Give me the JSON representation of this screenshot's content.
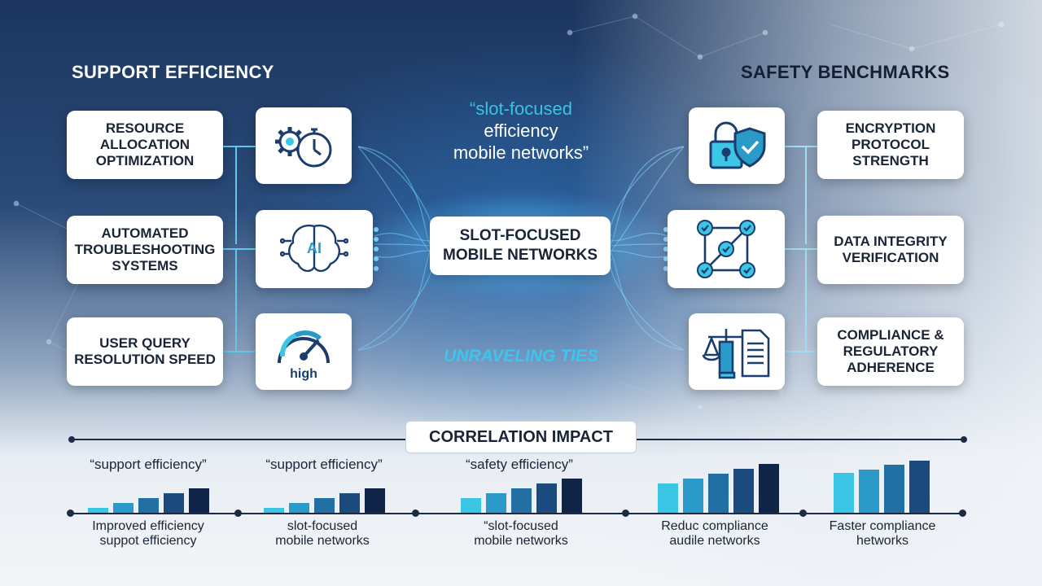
{
  "left": {
    "title": "SUPPORT EFFICIENCY",
    "cards": [
      {
        "label": "RESOURCE ALLOCATION OPTIMIZATION",
        "icon": "gears-stopwatch-icon"
      },
      {
        "label": "AUTOMATED TROUBLESHOOTING SYSTEMS",
        "icon": "ai-brain-icon",
        "icon_text": "AI"
      },
      {
        "label": "USER QUERY RESOLUTION SPEED",
        "icon": "speedometer-icon",
        "icon_text": "high"
      }
    ]
  },
  "right": {
    "title": "SAFETY BENCHMARKS",
    "cards": [
      {
        "label": "ENCRYPTION PROTOCOL STRENGTH",
        "icon": "lock-shield-icon"
      },
      {
        "label": "DATA INTEGRITY VERIFICATION",
        "icon": "checkmark-network-icon"
      },
      {
        "label": "COMPLIANCE & REGULATORY ADHERENCE",
        "icon": "scales-document-icon"
      }
    ]
  },
  "center": {
    "quote_line1": "“slot-focused",
    "quote_line2": "efficiency",
    "quote_line3": "mobile networks”",
    "hub_line1": "SLOT-FOCUSED",
    "hub_line2": "MOBILE NETWORKS",
    "tagline": "UNRAVELING TIES"
  },
  "correlation": {
    "title": "CORRELATION IMPACT",
    "groups": [
      {
        "label": "“support efficiency”",
        "caption1": "Improved  efficiency",
        "caption2": "suppot efficiency",
        "values": [
          1,
          2,
          3,
          4,
          5
        ]
      },
      {
        "label": "“support efficiency”",
        "caption1": "slot-focused",
        "caption2": "mobile networks",
        "values": [
          1,
          2,
          3,
          4,
          5
        ]
      },
      {
        "label": "“safety efficiency”",
        "caption1": "“slot-focused",
        "caption2": "mobile networks",
        "values": [
          3,
          4,
          5,
          6,
          7
        ]
      },
      {
        "label": "",
        "caption1": "Reduc compliance",
        "caption2": "audile networks",
        "values": [
          3,
          3.5,
          4,
          4.5,
          5
        ]
      },
      {
        "label": "",
        "caption1": "Faster compliance",
        "caption2": "hetworks",
        "values": [
          3.5,
          3.8,
          4.2,
          4.6
        ]
      }
    ]
  },
  "colors": {
    "bar_shades": [
      "#3cc6e6",
      "#2a9bc8",
      "#226fa3",
      "#1b4a7d",
      "#0f2447"
    ],
    "accent": "#39c3e6",
    "dark_text": "#1a2436"
  }
}
